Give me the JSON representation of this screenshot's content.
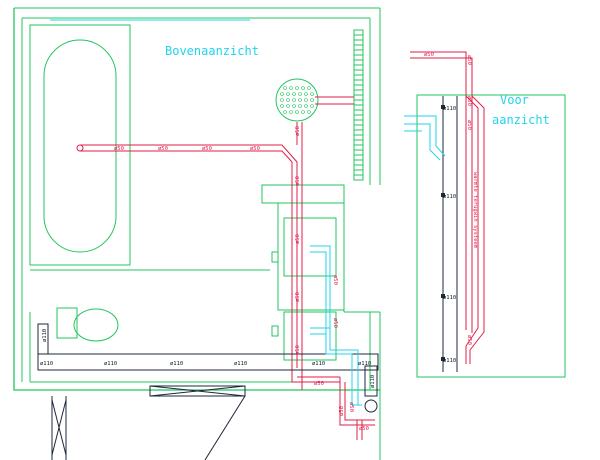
{
  "titles": {
    "top": "Bovenaanzicht",
    "front_1": "Voor",
    "front_2": "aanzicht"
  },
  "labels": {
    "d50": "ø50",
    "d110": "ø110",
    "heat_recovery": "warmte terugwin systeem"
  },
  "colors": {
    "walls": "#22c55e",
    "drain_pipe": "#e11d48",
    "water_pipe": "#22d3ee",
    "main_sewer": "#1e293b"
  }
}
